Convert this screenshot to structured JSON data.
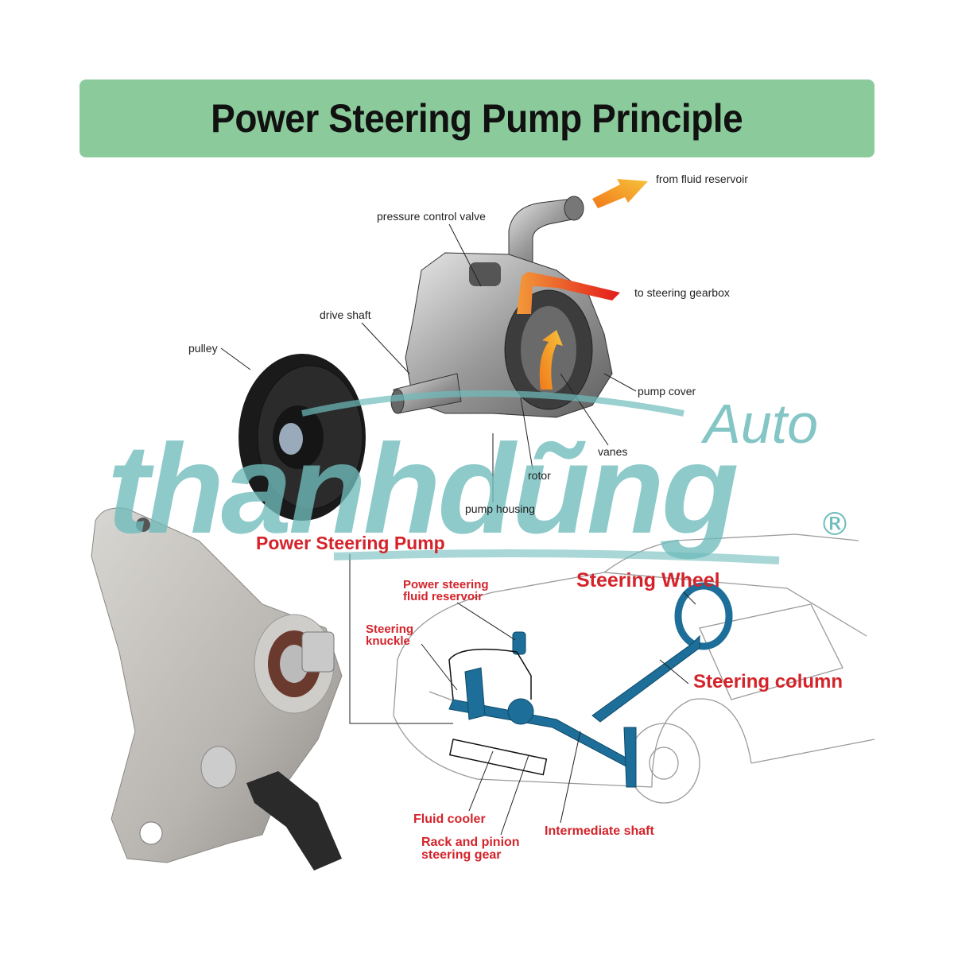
{
  "title": "Power Steering Pump Principle",
  "pump_diagram": {
    "labels": {
      "from_fluid_reservoir": "from fluid reservoir",
      "pressure_control_valve": "pressure control valve",
      "to_steering_gearbox": "to steering gearbox",
      "drive_shaft": "drive shaft",
      "pulley": "pulley",
      "pump_cover": "pump cover",
      "vanes": "vanes",
      "rotor": "rotor",
      "pump_housing": "pump housing"
    }
  },
  "car_diagram": {
    "labels": {
      "power_steering_pump": "Power Steering Pump",
      "fluid_reservoir": "Power steering fluid reservoir",
      "fluid_reservoir_line1": "Power steering",
      "fluid_reservoir_line2": "fluid reservoir",
      "steering_wheel": "Steering Wheel",
      "steering_knuckle_line1": "Steering",
      "steering_knuckle_line2": "knuckle",
      "steering_column": "Steering column",
      "fluid_cooler": "Fluid cooler",
      "rack_pinion_line1": "Rack and pinion",
      "rack_pinion_line2": "steering gear",
      "intermediate_shaft": "Intermediate shaft"
    }
  },
  "watermark": {
    "brand": "thanhdũng",
    "suffix": "Auto",
    "registered": "®"
  },
  "colors": {
    "banner": "#8bcb9b",
    "label_red": "#d4232a",
    "watermark": "#6fbcbc",
    "component_blue": "#1d6f9a"
  }
}
